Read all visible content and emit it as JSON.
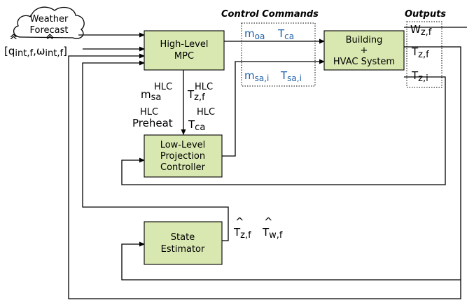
{
  "colors": {
    "block_fill": "#d9e8b0",
    "signal_blue": "#1f5fa8",
    "stroke": "#000000"
  },
  "headers": {
    "control_commands": "Control Commands",
    "outputs": "Outputs"
  },
  "cloud": {
    "line1": "Weather",
    "line2": "Forecast"
  },
  "blocks": {
    "mpc": {
      "line1": "High-Level",
      "line2": "MPC"
    },
    "building": {
      "line1": "Building",
      "line2": "+",
      "line3": "HVAC System"
    },
    "lpc": {
      "line1": "Low-Level",
      "line2": "Projection",
      "line3": "Controller"
    },
    "estimator": {
      "line1": "State",
      "line2": "Estimator"
    }
  },
  "disturbance_input": {
    "q_hat": "q",
    "q_sub": "int,f",
    "sep": ",",
    "w_hat": "ω",
    "w_sub": "int,f",
    "open": "[",
    "close": "]"
  },
  "commands": {
    "moa": {
      "base": "m",
      "sub": "oa"
    },
    "tca": {
      "base": "T",
      "sub": "ca"
    },
    "msai": {
      "base": "m",
      "sub": "sa,i"
    },
    "tsai": {
      "base": "T",
      "sub": "sa,i"
    }
  },
  "hlc_signals": {
    "msa": {
      "base": "m",
      "sub": "sa",
      "sup": "HLC"
    },
    "tzf": {
      "base": "T",
      "sub": "z,f",
      "sup": "HLC"
    },
    "preheat": {
      "base": "P",
      "sub": "reheat",
      "sup": "HLC"
    },
    "tca": {
      "base": "T",
      "sub": "ca",
      "sup": "HLC"
    }
  },
  "outputs": {
    "wzf": {
      "base": "W",
      "sub": "z,f"
    },
    "tzf": {
      "base": "T",
      "sub": "z,f"
    },
    "tzi": {
      "base": "T",
      "sub": "z,i"
    }
  },
  "estimates": {
    "tzf": {
      "base": "T",
      "sub": "z,f"
    },
    "twf": {
      "base": "T",
      "sub": "w,f"
    }
  }
}
